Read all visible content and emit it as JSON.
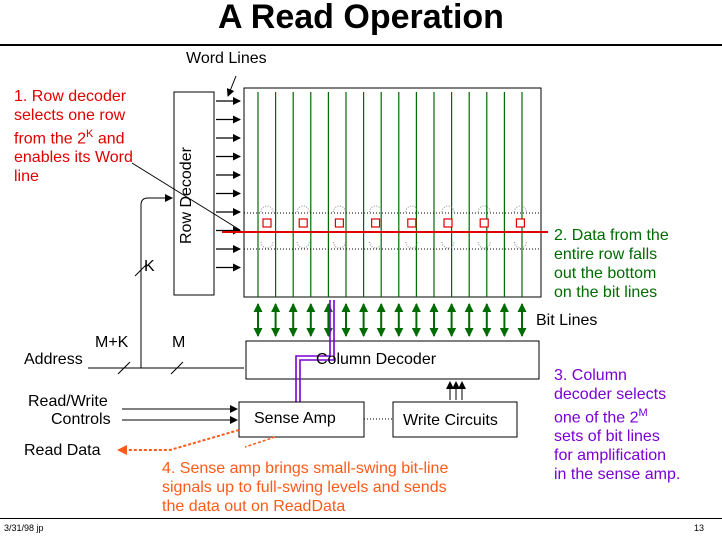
{
  "title": "A Read Operation",
  "labels": {
    "word_lines": "Word Lines",
    "row_decoder": "Row Decoder",
    "column_decoder": "Column Decoder",
    "sense_amp": "Sense Amp",
    "write_circuits": "Write Circuits",
    "bit_lines": "Bit Lines",
    "address": "Address",
    "read_write_line1": "Read/Write",
    "read_write_line2": "Controls",
    "read_data": "Read Data",
    "bus_k": "K",
    "bus_mk": "M+K",
    "bus_m": "M"
  },
  "notes": {
    "note1": [
      "1.  Row decoder",
      "selects one row",
      "from the 2",
      "K",
      " and",
      "enables its Word",
      "line"
    ],
    "note2": [
      "2.  Data from the",
      "entire row falls",
      "out the bottom",
      "on the bit lines"
    ],
    "note3": [
      "3.  Column",
      "decoder selects",
      "one of the 2",
      "M",
      "sets of bit lines",
      "for amplification",
      "in the sense amp."
    ],
    "note4": [
      "4.  Sense amp brings small-swing bit-line",
      "signals up to full-swing levels and sends",
      "the data out on ReadData"
    ]
  },
  "footer": {
    "left": "3/31/98 jp",
    "right": "13"
  },
  "colors": {
    "red": "#e00000",
    "green": "#006b00",
    "purple": "#7a00d6",
    "orange": "#ff5a1a"
  }
}
